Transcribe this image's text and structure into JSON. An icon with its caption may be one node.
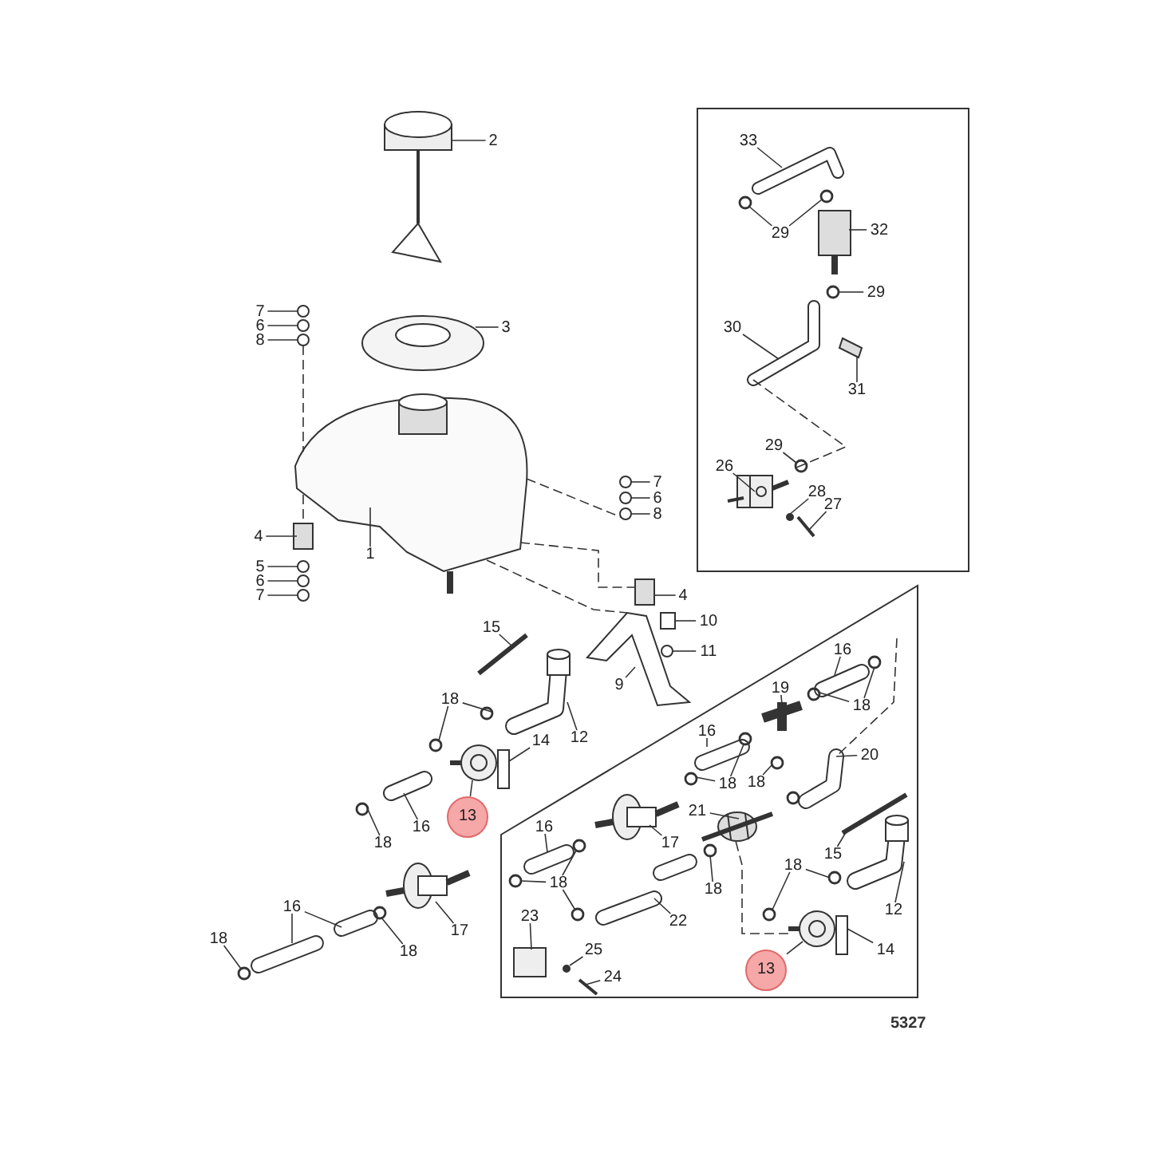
{
  "diagram": {
    "nodes": [
      {
        "text": [
          "2"
        ]
      },
      {
        "text": [
          "3"
        ]
      },
      {
        "text": [
          "7"
        ]
      },
      {
        "text": [
          "6"
        ]
      },
      {
        "text": [
          "8"
        ]
      },
      {
        "text": [
          "1"
        ]
      },
      {
        "text": [
          "4"
        ]
      },
      {
        "text": [
          "5"
        ]
      },
      {
        "text": [
          "6"
        ]
      },
      {
        "text": [
          "7"
        ]
      },
      {
        "text": [
          "7"
        ]
      },
      {
        "text": [
          "6"
        ]
      },
      {
        "text": [
          "8"
        ]
      },
      {
        "text": [
          "4"
        ]
      },
      {
        "text": [
          "10"
        ]
      },
      {
        "text": [
          "11"
        ]
      },
      {
        "text": [
          "9"
        ]
      },
      {
        "text": [
          "15"
        ]
      },
      {
        "text": [
          "12"
        ]
      },
      {
        "text": [
          "18"
        ]
      },
      {
        "text": [
          "14"
        ]
      },
      {
        "text": [
          "13"
        ]
      },
      {
        "text": [
          "16"
        ]
      },
      {
        "text": [
          "18"
        ]
      },
      {
        "text": [
          "17"
        ]
      },
      {
        "text": [
          "16"
        ]
      },
      {
        "text": [
          "18"
        ]
      },
      {
        "text": [
          "18"
        ]
      },
      {
        "text": [
          "33"
        ]
      },
      {
        "text": [
          "29"
        ]
      },
      {
        "text": [
          "32"
        ]
      },
      {
        "text": [
          "29"
        ]
      },
      {
        "text": [
          "30"
        ]
      },
      {
        "text": [
          "31"
        ]
      },
      {
        "text": [
          "29"
        ]
      },
      {
        "text": [
          "26"
        ]
      },
      {
        "text": [
          "28"
        ]
      },
      {
        "text": [
          "27"
        ]
      },
      {
        "text": [
          "16"
        ]
      },
      {
        "text": [
          "18"
        ]
      },
      {
        "text": [
          "19"
        ]
      },
      {
        "text": [
          "16"
        ]
      },
      {
        "text": [
          "18"
        ]
      },
      {
        "text": [
          "18"
        ]
      },
      {
        "text": [
          "20"
        ]
      },
      {
        "text": [
          "21"
        ]
      },
      {
        "text": [
          "17"
        ]
      },
      {
        "text": [
          "16"
        ]
      },
      {
        "text": [
          "18"
        ]
      },
      {
        "text": [
          "22"
        ]
      },
      {
        "text": [
          "18"
        ]
      },
      {
        "text": [
          "23"
        ]
      },
      {
        "text": [
          "25"
        ]
      },
      {
        "text": [
          "24"
        ]
      },
      {
        "text": [
          "15"
        ]
      },
      {
        "text": [
          "18"
        ]
      },
      {
        "text": [
          "12"
        ]
      },
      {
        "text": [
          "14"
        ]
      },
      {
        "text": [
          "13"
        ]
      },
      {
        "text": [],
        "shape": "picture"
      },
      {
        "text": [],
        "shape": "picture"
      },
      {
        "text": [],
        "shape": "circle"
      },
      {
        "text": [],
        "shape": "circle"
      },
      {
        "text": [],
        "shape": "circle"
      },
      {
        "text": [],
        "shape": "picture"
      },
      {
        "text": [],
        "shape": "box"
      },
      {
        "text": [],
        "shape": "circle"
      },
      {
        "text": [],
        "shape": "circle"
      },
      {
        "text": [],
        "shape": "circle"
      },
      {
        "text": [],
        "shape": "circle"
      },
      {
        "text": [],
        "shape": "circle"
      },
      {
        "text": [],
        "shape": "circle"
      },
      {
        "text": [],
        "shape": "box"
      },
      {
        "text": [],
        "shape": "box"
      },
      {
        "text": [],
        "shape": "circle"
      },
      {
        "text": [],
        "shape": "picture"
      },
      {
        "text": [],
        "shape": "picture"
      },
      {
        "text": [],
        "shape": "picture"
      },
      {
        "text": [],
        "shape": "circle"
      },
      {
        "text": [],
        "shape": "circle"
      },
      {
        "text": [],
        "shape": "box"
      },
      {
        "text": [],
        "shape": "picture"
      },
      {
        "text": [],
        "shape": "picture"
      },
      {
        "text": [],
        "shape": "circle"
      },
      {
        "text": [],
        "shape": "picture"
      },
      {
        "text": [],
        "shape": "picture"
      },
      {
        "text": [],
        "shape": "picture"
      },
      {
        "text": [],
        "shape": "circle"
      },
      {
        "text": [],
        "shape": "circle"
      },
      {
        "text": [],
        "shape": "picture"
      },
      {
        "text": [],
        "shape": "circle"
      },
      {
        "text": [],
        "shape": "circle"
      },
      {
        "text": [],
        "shape": "picture"
      },
      {
        "text": [],
        "shape": "circle"
      },
      {
        "text": [],
        "shape": "picture"
      },
      {
        "text": [],
        "shape": "picture"
      },
      {
        "text": [],
        "shape": "circle"
      },
      {
        "text": [],
        "shape": "picture"
      },
      {
        "text": [],
        "shape": "circle"
      },
      {
        "text": [],
        "shape": "picture"
      },
      {
        "text": [],
        "shape": "picture"
      },
      {
        "text": [],
        "shape": "circle"
      },
      {
        "text": [],
        "shape": "circle"
      },
      {
        "text": [],
        "shape": "picture"
      },
      {
        "text": [],
        "shape": "picture"
      },
      {
        "text": [],
        "shape": "circle"
      },
      {
        "text": [],
        "shape": "circle"
      },
      {
        "text": [],
        "shape": "circle"
      },
      {
        "text": [],
        "shape": "picture"
      },
      {
        "text": [],
        "shape": "picture"
      },
      {
        "text": [],
        "shape": "picture"
      },
      {
        "text": [],
        "shape": "picture"
      },
      {
        "text": [],
        "shape": "circle"
      },
      {
        "text": [],
        "shape": "circle"
      },
      {
        "text": [],
        "shape": "circle"
      },
      {
        "text": [],
        "shape": "picture"
      },
      {
        "text": [],
        "shape": "circle"
      },
      {
        "text": [],
        "shape": "box"
      },
      {
        "text": [],
        "shape": "circle"
      },
      {
        "text": [],
        "shape": "picture"
      },
      {
        "text": [],
        "shape": "picture"
      },
      {
        "text": [],
        "shape": "circle"
      },
      {
        "text": [],
        "shape": "circle"
      },
      {
        "text": [],
        "shape": "picture"
      },
      {
        "text": [],
        "shape": "box"
      },
      {
        "text": [],
        "shape": "picture"
      }
    ],
    "edges": [
      {
        "from": 0,
        "to": 59,
        "arrow": "none"
      },
      {
        "from": 1,
        "to": 60,
        "arrow": "none"
      },
      {
        "from": 2,
        "to": 61,
        "arrow": "none"
      },
      {
        "from": 3,
        "to": 62,
        "arrow": "none"
      },
      {
        "from": 4,
        "to": 63,
        "arrow": "none"
      },
      {
        "from": 5,
        "to": 64,
        "arrow": "none"
      },
      {
        "from": 6,
        "to": 65,
        "arrow": "none"
      },
      {
        "from": 7,
        "to": 66,
        "arrow": "none"
      },
      {
        "from": 8,
        "to": 67,
        "arrow": "none"
      },
      {
        "from": 9,
        "to": 68,
        "arrow": "none"
      },
      {
        "from": 10,
        "to": 69,
        "arrow": "none"
      },
      {
        "from": 11,
        "to": 70,
        "arrow": "none"
      },
      {
        "from": 12,
        "to": 71,
        "arrow": "none"
      },
      {
        "from": 13,
        "to": 72,
        "arrow": "none"
      },
      {
        "from": 14,
        "to": 73,
        "arrow": "none"
      },
      {
        "from": 15,
        "to": 74,
        "arrow": "none"
      },
      {
        "from": 16,
        "to": 75,
        "arrow": "none"
      },
      {
        "from": 17,
        "to": 76,
        "arrow": "none"
      },
      {
        "from": 18,
        "to": 77,
        "arrow": "none"
      },
      {
        "from": 19,
        "to": 78,
        "arrow": "none"
      },
      {
        "from": 19,
        "to": 79,
        "arrow": "none"
      },
      {
        "from": 20,
        "to": 80,
        "arrow": "none"
      },
      {
        "from": 21,
        "to": 81,
        "arrow": "none"
      },
      {
        "from": 22,
        "to": 82,
        "arrow": "none"
      },
      {
        "from": 23,
        "to": 83,
        "arrow": "none"
      },
      {
        "from": 24,
        "to": 84,
        "arrow": "none"
      },
      {
        "from": 25,
        "to": 85,
        "arrow": "none"
      },
      {
        "from": 25,
        "to": 86,
        "arrow": "none"
      },
      {
        "from": 26,
        "to": 87,
        "arrow": "none"
      },
      {
        "from": 27,
        "to": 88,
        "arrow": "none"
      },
      {
        "from": 28,
        "to": 89,
        "arrow": "none"
      },
      {
        "from": 29,
        "to": 90,
        "arrow": "none"
      },
      {
        "from": 29,
        "to": 91,
        "arrow": "none"
      },
      {
        "from": 30,
        "to": 92,
        "arrow": "none"
      },
      {
        "from": 31,
        "to": 93,
        "arrow": "none"
      },
      {
        "from": 32,
        "to": 94,
        "arrow": "none"
      },
      {
        "from": 33,
        "to": 95,
        "arrow": "none"
      },
      {
        "from": 34,
        "to": 96,
        "arrow": "none"
      },
      {
        "from": 35,
        "to": 97,
        "arrow": "none"
      },
      {
        "from": 36,
        "to": 98,
        "arrow": "none"
      },
      {
        "from": 37,
        "to": 99,
        "arrow": "none"
      },
      {
        "from": 38,
        "to": 100,
        "arrow": "none"
      },
      {
        "from": 39,
        "to": 101,
        "arrow": "none"
      },
      {
        "from": 39,
        "to": 102,
        "arrow": "none"
      },
      {
        "from": 40,
        "to": 103,
        "arrow": "none"
      },
      {
        "from": 41,
        "to": 104,
        "arrow": "none"
      },
      {
        "from": 42,
        "to": 105,
        "arrow": "none"
      },
      {
        "from": 42,
        "to": 106,
        "arrow": "none"
      },
      {
        "from": 43,
        "to": 107,
        "arrow": "none"
      },
      {
        "from": 44,
        "to": 108,
        "arrow": "none"
      },
      {
        "from": 45,
        "to": 109,
        "arrow": "none"
      },
      {
        "from": 46,
        "to": 110,
        "arrow": "none"
      },
      {
        "from": 47,
        "to": 111,
        "arrow": "none"
      },
      {
        "from": 48,
        "to": 112,
        "arrow": "none"
      },
      {
        "from": 48,
        "to": 113,
        "arrow": "none"
      },
      {
        "from": 48,
        "to": 114,
        "arrow": "none"
      },
      {
        "from": 49,
        "to": 115,
        "arrow": "none"
      },
      {
        "from": 50,
        "to": 116,
        "arrow": "none"
      },
      {
        "from": 51,
        "to": 117,
        "arrow": "none"
      },
      {
        "from": 52,
        "to": 118,
        "arrow": "none"
      },
      {
        "from": 53,
        "to": 119,
        "arrow": "none"
      },
      {
        "from": 54,
        "to": 120,
        "arrow": "none"
      },
      {
        "from": 55,
        "to": 121,
        "arrow": "none"
      },
      {
        "from": 55,
        "to": 122,
        "arrow": "none"
      },
      {
        "from": 56,
        "to": 123,
        "arrow": "none"
      },
      {
        "from": 57,
        "to": 124,
        "arrow": "none"
      },
      {
        "from": 58,
        "to": 125,
        "arrow": "none"
      },
      {
        "from": 63,
        "to": 64,
        "arrow": "none",
        "style": "dashed"
      },
      {
        "from": 64,
        "to": 65,
        "arrow": "none",
        "style": "dashed"
      },
      {
        "from": 64,
        "to": 71,
        "arrow": "none",
        "style": "dashed"
      },
      {
        "from": 64,
        "to": 75,
        "arrow": "none",
        "style": "dashed"
      },
      {
        "from": 64,
        "to": 72,
        "arrow": "none",
        "style": "dashed"
      },
      {
        "from": 94,
        "to": 96,
        "arrow": "none",
        "style": "dashed"
      },
      {
        "from": 125,
        "to": 109,
        "arrow": "none",
        "style": "dashed"
      },
      {
        "from": null,
        "to": 108,
        "arrow": "none",
        "style": "dashed"
      }
    ],
    "labels": [
      "5327"
    ]
  }
}
